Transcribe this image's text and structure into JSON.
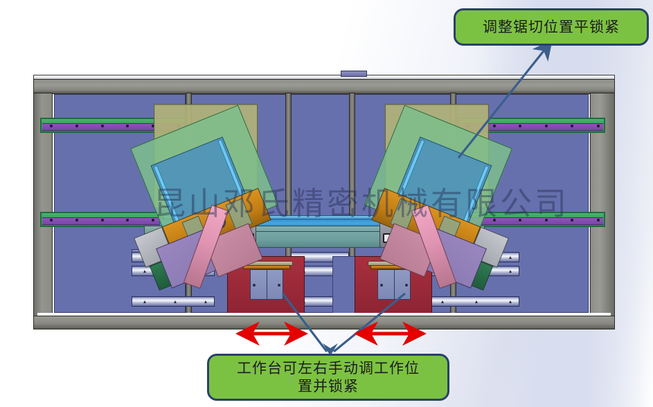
{
  "document": {
    "type": "technical-illustration",
    "subject": "双头锯切机 CAD 示意图",
    "watermark": "昆山邓氏精密机械有限公司"
  },
  "annotations": {
    "top": {
      "text": "调整锯切位置平锁紧",
      "fill_color": "#7cc242",
      "border_color": "#27416b",
      "pointer": "arrow-up-right"
    },
    "bottom": {
      "line1": "工作台可左右手动调工作位",
      "line2": "置并锁紧",
      "fill_color": "#7cc242",
      "border_color": "#27416b",
      "pointer": "two-lines-converging-down"
    }
  },
  "motion_arrows": {
    "color": "#e40000",
    "style": "double-headed",
    "count": 2,
    "meaning": "工作台左右移动方向"
  },
  "machine": {
    "frame_color": "#8e8e8a",
    "panel_color": "#6670ad",
    "rail_color": "#3da561",
    "rail_core_color": "#7a45a6",
    "worktable_color": "#9c2a39",
    "table_top_color": "#6e9d9d",
    "blade_guard_color": "#e094b2",
    "motor_block_color": "#c07d13",
    "saw_head_count": 2,
    "worktable_count": 2,
    "green_rail_count": 4
  },
  "leader_lines": {
    "color": "#3b5e8c"
  }
}
